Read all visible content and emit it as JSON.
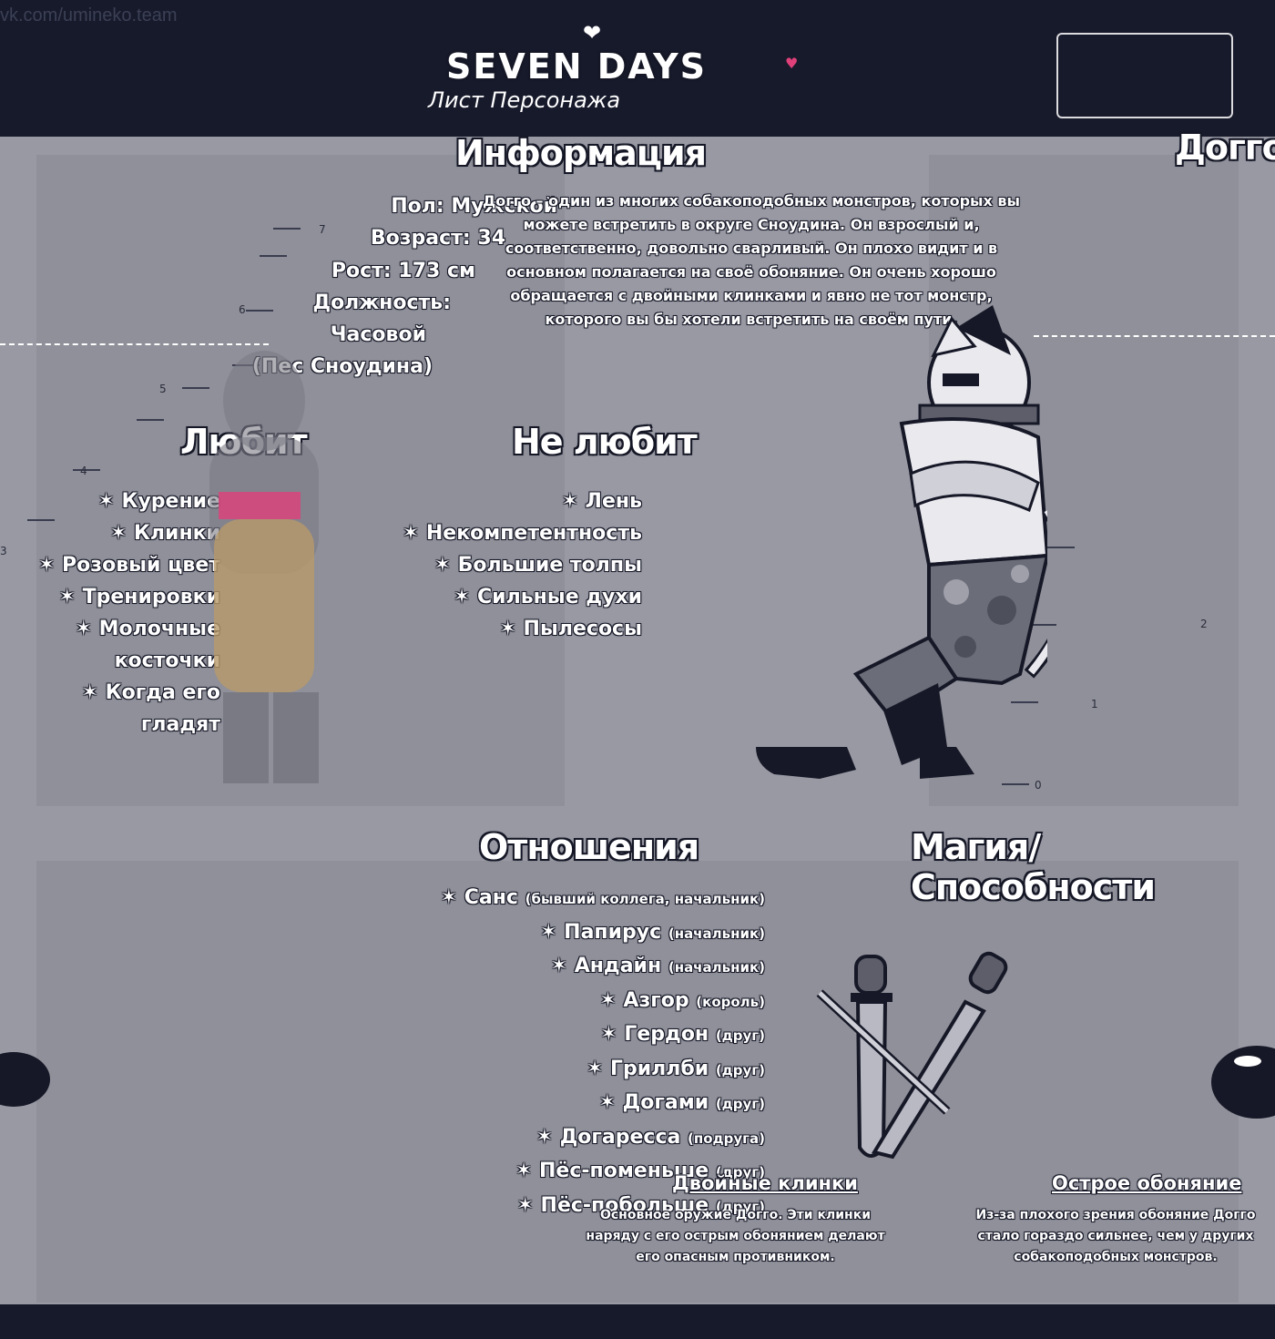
{
  "watermark": "vk.com/umineko.team",
  "header": {
    "logo_text": "SEVEN DAYS",
    "subtitle": "Лист Персонажа"
  },
  "character": {
    "name": "Догго"
  },
  "info": {
    "heading": "Информация",
    "lines": [
      "Пол: Мужской",
      "Возраст: 34",
      "Рост: 173 см",
      "Должность:",
      "Часовой",
      "(Пес Сноудина)"
    ],
    "description": "Догго – один из многих собакоподобных монстров, которых вы можете встретить в округе Сноудина. Он взрослый и, соответственно, довольно сварливый. Он плохо видит и в основном полагается на своё обоняние. Он очень хорошо обращается с двойными клинками и явно не тот монстр, которого вы бы хотели встретить на своём пути."
  },
  "likes": {
    "heading": "Любит",
    "items": [
      "✶ Курение",
      "✶ Клинки",
      "✶ Розовый цвет",
      "✶ Тренировки",
      "✶ Молочные косточки",
      "✶ Когда его гладят"
    ]
  },
  "dislikes": {
    "heading": "Не любит",
    "items": [
      "✶ Лень",
      "✶ Некомпетентность",
      "✶ Большие толпы",
      "✶ Сильные духи",
      "✶ Пылесосы"
    ]
  },
  "relations": {
    "heading": "Отношения",
    "items": [
      {
        "name": "✶ Санс",
        "note": "(бывший коллега, начальник)"
      },
      {
        "name": "✶ Папирус",
        "note": "(начальник)"
      },
      {
        "name": "✶ Андайн",
        "note": "(начальник)"
      },
      {
        "name": "✶ Азгор",
        "note": "(король)"
      },
      {
        "name": "✶ Гердон",
        "note": "(друг)"
      },
      {
        "name": "✶ Гриллби",
        "note": "(друг)"
      },
      {
        "name": "✶ Догами",
        "note": "(друг)"
      },
      {
        "name": "✶ Догаресса",
        "note": "(подруга)"
      },
      {
        "name": "✶ Пёс-поменьше",
        "note": "(друг)"
      },
      {
        "name": "✶ Пёс-побольше",
        "note": "(друг)"
      }
    ]
  },
  "magic": {
    "heading": "Магия/Способности",
    "abilities": [
      {
        "title": "Двойные клинки",
        "text": "Основное оружие Догго. Эти клинки наряду с его острым обонянием делают его опасным противником."
      },
      {
        "title": "Острое обоняние",
        "text": "Из-за плохого зрения обоняние Догго стало гораздо сильнее, чем у других собакоподобных монстров."
      }
    ]
  },
  "colors": {
    "dark_band": "#171a2b",
    "panel": "#8f9099",
    "background": "#9899a3",
    "accent_pink": "#e0407a"
  },
  "ruler_marks": [
    "7",
    "6",
    "5",
    "4",
    "3",
    "2",
    "1",
    "0"
  ]
}
